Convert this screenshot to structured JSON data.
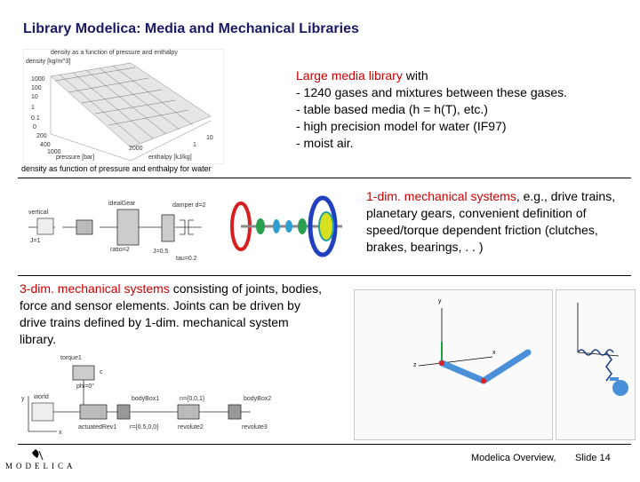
{
  "slide": {
    "title": "Library Modelica: Media and Mechanical Libraries",
    "media": {
      "heading": "Large media library",
      "heading_rest": " with",
      "bullets": [
        "- 1240 gases and mixtures between these gases.",
        "- table based media (h = h(T), etc.)",
        "- high precision model for water (IF97)",
        "- moist air."
      ],
      "caption": "density as function of pressure and enthalpy for water",
      "plot_title": "density as a function of pressure and enthalpy",
      "plot_ylabel": "density [kg/m^3]",
      "plot_ticks_z": [
        "1000",
        "100",
        "10",
        "1",
        "0.1"
      ],
      "plot_ticks_p": [
        "0",
        "200",
        "400",
        "1000"
      ],
      "plot_ticks_h": [
        "2000",
        "1",
        "10"
      ],
      "plot_xlabel": "pressure [bar]",
      "plot_xlabel2": "enthalpy [kJ/kg]"
    },
    "mech1d": {
      "heading": "1-dim. mechanical systems",
      "rest": ", e.g., drive trains, planetary gears, convenient definition of speed/torque dependent friction (clutches, brakes, bearings, . . )",
      "diagram_labels": [
        "vertical",
        "J=1",
        "idealGear",
        "ratio=2",
        "J=0.5",
        "damper d=2",
        "tau=0.2"
      ]
    },
    "mech3d": {
      "heading": "3-dim. mechanical systems",
      "rest": " consisting of joints, bodies, force and sensor elements. Joints can be driven by drive trains defined by 1-dim. mechanical system library.",
      "diagram_labels": [
        "torque1",
        "c",
        "phi=0°",
        "world",
        "y",
        "x",
        "actuatedRev1",
        "bodyBox1",
        "n={0,0,1}",
        "revolute2",
        "bodyBox2",
        "r={0.5,0,0}",
        "revolute3"
      ]
    },
    "footer": {
      "logo_text": "MODELICA",
      "presentation": "Modelica Overview,",
      "slide_number": "Slide 14"
    },
    "colors": {
      "title": "#1a1a66",
      "heading_red": "#cc0000",
      "arm_blue": "#4a90d9",
      "joint_red": "#e02020",
      "axis_green": "#1f9f3f"
    }
  }
}
